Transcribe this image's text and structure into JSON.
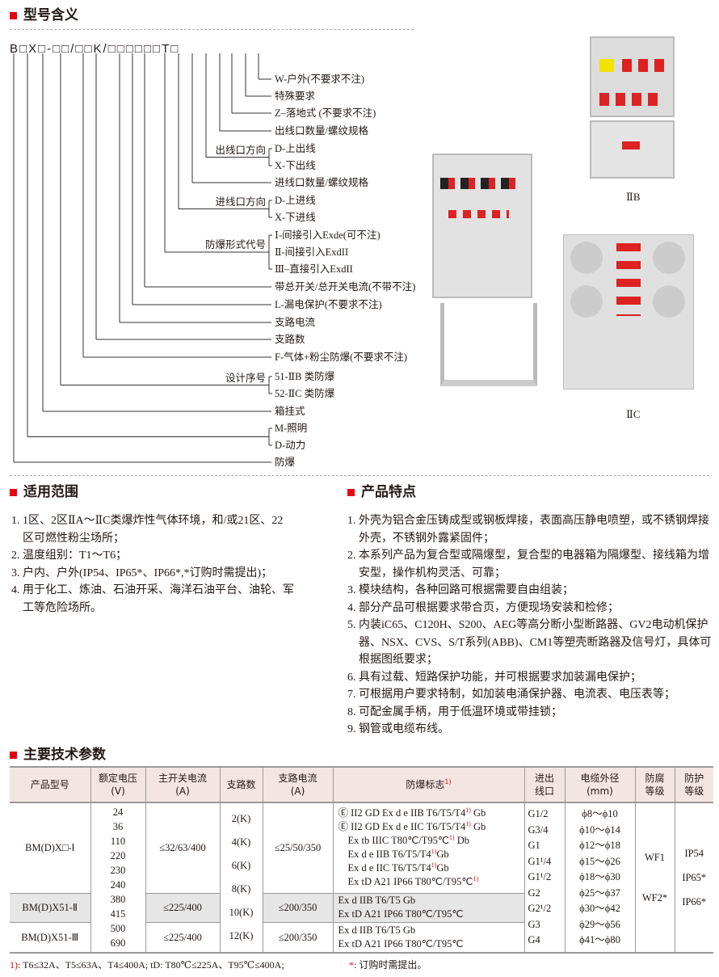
{
  "sections": {
    "model": "型号含义",
    "scope": "适用范围",
    "features": "产品特点",
    "params": "主要技术参数"
  },
  "model_code": "B□X□-□□/□□K/□□□□□□T□",
  "tree_labels": [
    "W-户外(不要求不注)",
    "特殊要求",
    "Z–落地式 (不要求不注)",
    "出线口数量/螺纹规格",
    "D-上出线",
    "X-下出线",
    "进线口数量/螺纹规格",
    "D-上进线",
    "X-下进线",
    "Ⅰ-间接引入Exde(可不注)",
    "Ⅱ-间接引入ExdII",
    "Ⅲ–直接引入ExdII",
    "带总开关/总开关电流(不带不注)",
    "L-漏电保护(不要求不注)",
    "支路电流",
    "支路数",
    "F-气体+粉尘防爆(不要求不注)",
    "51-ⅡB 类防爆",
    "52-ⅡC 类防爆",
    "箱挂式",
    "M-照明",
    "D-动力",
    "防爆"
  ],
  "group_labels": [
    "出线口方向",
    "进线口方向",
    "防爆形式代号",
    "设计序号"
  ],
  "photo_captions": {
    "b": "ⅡB",
    "c": "ⅡC"
  },
  "scope_items": [
    "1. 1区、2区ⅡA～ⅡC类爆炸性气体环境，和/或21区、22区可燃性粉尘场所；",
    "2. 温度组别：T1～T6；",
    "3. 户内、户外(IP54、IP65*、IP66*,*订购时需提出)；",
    "4. 用于化工、炼油、石油开采、海洋石油平台、油轮、军工等危险场所。"
  ],
  "feature_items": [
    "1. 外壳为铝合金压铸成型或钢板焊接，表面高压静电喷塑，或不锈钢焊接外壳，不锈钢外露紧固件；",
    "2. 本系列产品为复合型或隔爆型，复合型的电器箱为隔爆型、接线箱为增安型，操作机构灵活、可靠；",
    "3. 模块结构，各种回路可根据需要自由组装；",
    "4. 部分产品可根据要求带合页，方便现场安装和检修；",
    "5. 内装iC65、C120H、S200、AEG等高分断小型断路器、GV2电动机保护器、NSX、CVS、S/T系列(ABB)、CM1等塑壳断路器及信号灯，具体可根据图纸要求；",
    "6. 具有过载、短路保护功能，并可根据要求加装漏电保护；",
    "7. 可根据用户要求特制，如加装电涌保护器、电流表、电压表等；",
    "8. 可配金属手柄，用于低温环境或带挂锁；",
    "9. 钢管或电缆布线。"
  ],
  "table": {
    "headers": [
      "产品型号",
      "额定电压\n(V)",
      "主开关电流\n(A)",
      "支路数",
      "支路电流\n(A)",
      "防爆标志",
      "进出\n线口",
      "电缆外径\n(mm)",
      "防腐\n等级",
      "防护\n等级"
    ],
    "models": [
      "BM(D)X□-Ⅰ",
      "BM(D)X51-Ⅱ",
      "BM(D)X51-Ⅲ"
    ],
    "voltages": [
      "24",
      "36",
      "110",
      "220",
      "230",
      "240",
      "380",
      "415",
      "500",
      "690"
    ],
    "main_current": [
      "≤32/63/400",
      "≤225/400",
      "≤225/400"
    ],
    "branches": [
      "2(K)",
      "4(K)",
      "6(K)",
      "8(K)",
      "10(K)",
      "12(K)"
    ],
    "branch_current": [
      "≤25/50/350",
      "≤200/350",
      "≤200/350"
    ],
    "ex_marks_1": [
      "Ⓔ II2 GD Ex d e IIB T6/T5/T4",
      "Ⓔ II2 GD Ex d e IIC T6/T5/T4",
      "Ex tb IIIC T80℃/T95℃",
      "Ex d e IIB T6/T5/T4",
      "Ex d e IIC T6/T5/T4",
      "Ex tD A21 IP66 T80℃/T95℃"
    ],
    "ex_marks_1_suffix": [
      " Gb",
      " Gb",
      " Db",
      "Gb",
      "Gb",
      ""
    ],
    "ex_marks_2": [
      "Ex d IIB T6/T5 Gb",
      "Ex tD A21 IP66 T80℃/T95℃"
    ],
    "ex_marks_3": [
      "Ex d IIB T6/T5 Gb",
      "Ex tD A21 IP66 T80℃/T95℃"
    ],
    "ports": [
      "G1/2",
      "G3/4",
      "G1",
      "G1¹/4",
      "G1¹/2",
      "G2",
      "G2¹/2",
      "G3",
      "G4"
    ],
    "cable_od": [
      "ϕ8～ϕ10",
      "ϕ10～ϕ14",
      "ϕ12～ϕ18",
      "ϕ15～ϕ26",
      "ϕ18～ϕ30",
      "ϕ25～ϕ37",
      "ϕ30～ϕ42",
      "ϕ29～ϕ56",
      "ϕ41～ϕ80"
    ],
    "anticorrosion": [
      "WF1",
      "WF2*"
    ],
    "protection": [
      "IP54",
      "IP65*",
      "IP66*"
    ],
    "note_mark": "1)"
  },
  "footnotes": {
    "n1_mark": "1)",
    "n1": ": T6≤32A、T5≤63A、T4≤400A;  tD: T80℃≤225A、T95℃≤400A;",
    "n2_mark": "*",
    "n2": ": 订购时需提出。"
  }
}
